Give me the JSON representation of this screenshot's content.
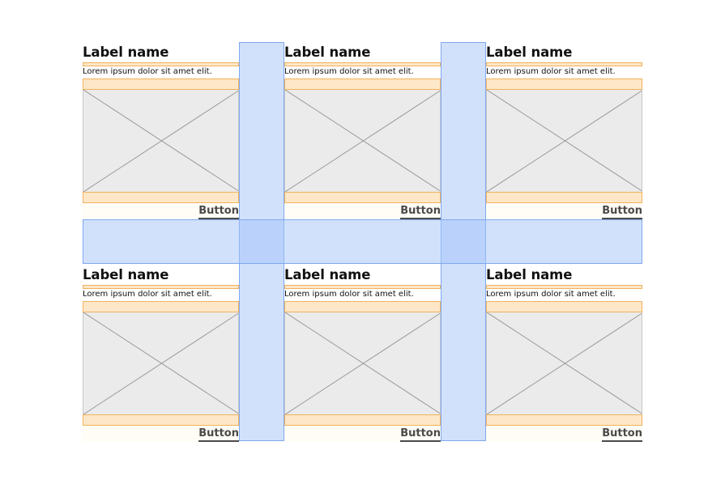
{
  "cards": [
    {
      "label": "Label name",
      "description": "Lorem ipsum dolor sit amet elit.",
      "button": "Button"
    },
    {
      "label": "Label name",
      "description": "Lorem ipsum dolor sit amet elit.",
      "button": "Button"
    },
    {
      "label": "Label name",
      "description": "Lorem ipsum dolor sit amet elit.",
      "button": "Button"
    },
    {
      "label": "Label name",
      "description": "Lorem ipsum dolor sit amet elit.",
      "button": "Button"
    },
    {
      "label": "Label name",
      "description": "Lorem ipsum dolor sit amet elit.",
      "button": "Button"
    },
    {
      "label": "Label name",
      "description": "Lorem ipsum dolor sit amet elit.",
      "button": "Button"
    }
  ],
  "colors": {
    "gutter": "#a4c4fa",
    "gutter_border": "#7fa8ee",
    "spacer_fill": "#fde7c8",
    "spacer_border": "#f2b25c",
    "image_placeholder": "#ebebeb"
  },
  "icons": {
    "image_placeholder": "image-placeholder-x-icon"
  }
}
